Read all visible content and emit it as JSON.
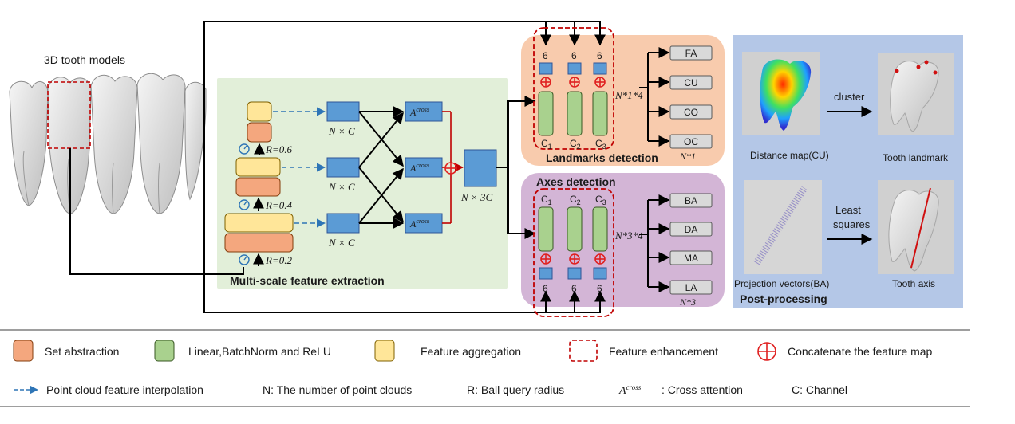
{
  "teeth": {
    "title": "3D tooth models"
  },
  "multiscale": {
    "title": "Multi-scale feature extraction",
    "radii": [
      "R=0.6",
      "R=0.4",
      "R=0.2"
    ],
    "nc_labels": [
      "N × C",
      "N × C",
      "N × C"
    ],
    "cross_label": "A",
    "cross_sup": "cross",
    "concat_label": "N × 3C"
  },
  "landmarks": {
    "title": "Landmarks detection",
    "dims": [
      "6",
      "6",
      "6"
    ],
    "channels": [
      "C",
      "C",
      "C"
    ],
    "channel_subs": [
      "1",
      "2",
      "3"
    ],
    "mult_label": "N*1*4",
    "outputs": [
      "FA",
      "CU",
      "CO",
      "OC"
    ],
    "footnote": "N*1"
  },
  "axes": {
    "title": "Axes detection",
    "dims": [
      "6",
      "6",
      "6"
    ],
    "channels": [
      "C",
      "C",
      "C"
    ],
    "channel_subs": [
      "1",
      "2",
      "3"
    ],
    "mult_label": "N*3*4",
    "outputs": [
      "BA",
      "DA",
      "MA",
      "LA"
    ],
    "footnote": "N*3"
  },
  "postprocessing": {
    "title": "Post-processing",
    "cluster_label": "cluster",
    "least_squares": [
      "Least",
      "squares"
    ],
    "captions": [
      "Distance map(CU)",
      "Tooth landmark",
      "Projection vectors(BA)",
      "Tooth axis"
    ]
  },
  "legend": {
    "row1": [
      "Set abstraction",
      "Linear,BatchNorm and ReLU",
      "Feature aggregation",
      "Feature enhancement",
      "Concatenate the feature map"
    ],
    "interp": "Point cloud feature interpolation",
    "n_desc": "N: The number of point clouds",
    "r_desc": "R: Ball query radius",
    "cross_desc": ":  Cross attention",
    "c_desc": "C: Channel"
  },
  "colors": {
    "orange": "#f4a77e",
    "green": "#a9d18e",
    "yellow": "#ffe699",
    "blue": "#5b9bd5",
    "red": "#e02020",
    "msbg": "#e2efd9",
    "lmbg": "#f8cbad",
    "axbg": "#d3b5d6",
    "ppbg": "#b4c7e7"
  }
}
